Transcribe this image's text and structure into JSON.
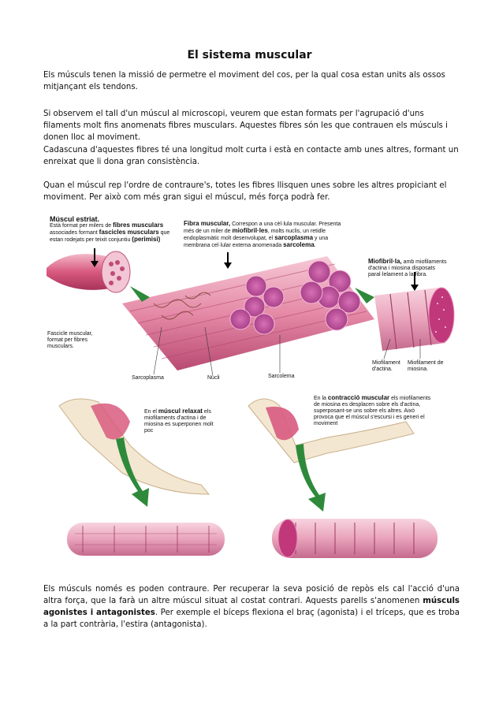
{
  "title": "El sistema muscular",
  "paragraphs": [
    "Els músculs tenen la missió de permetre el moviment del cos, per la qual cosa estan units als ossos mitjançant els tendons.",
    "Si observem el tall d'un múscul al microscopi, veurem que estan formats per l'agrupació d'uns filaments molt fins anomenats fibres musculars. Aquestes fibres són les que contrauen els músculs i donen lloc al moviment.",
    "Cadascuna d'aquestes fibres té una longitud molt curta i està en contacte amb unes altres, formant un enreixat que li dona gran consistència.",
    "Quan el múscul rep l'ordre de contraure's, totes les fibres llisquen unes sobre les altres propiciant el moviment. Per això com més gran sigui el múscul, més força podrà fer."
  ],
  "final_paragraph": {
    "part1": "Els músculs només es poden contraure. Per recuperar la seva posició de repòs els cal l'acció d'una altra força, que la farà un altre múscul situat al costat contrari. Aquests parells s'anomenen ",
    "bold": "músculs agonistes i antagonistes",
    "part2": ". Per exemple el bíceps flexiona el braç (agonista) i el tríceps, que es troba a la part contrària, l'estira (antagonista)."
  },
  "figure": {
    "muscle_title": "Múscul estriat.",
    "muscle_desc_1": "Està format per milers de ",
    "muscle_desc_b1": "fibres musculars",
    "muscle_desc_2": " associades formant ",
    "muscle_desc_b2": "fascicles musculars",
    "muscle_desc_3": " que estan rodejats per teixit conjuntiu ",
    "muscle_desc_b3": "(perimisi)",
    "fiber_title": "Fibra muscular,",
    "fiber_desc_1": " Correspon a una cèl·lula muscular. Presenta més de un miler de ",
    "fiber_desc_b1": "miofibril·les",
    "fiber_desc_2": ", molts nuclis, un retidle endoplasmàtic molt desenvolupat, el ",
    "fiber_desc_b2": "sarcoplasma",
    "fiber_desc_3": " y una membrana cel·lular externa anomenada ",
    "fiber_desc_b3": "sarcolema",
    "fiber_desc_4": ".",
    "myo_title": "Miofibril·la,",
    "myo_desc": " amb miofilaments d'actina i miosina disposats paral·lelament a la fibra.",
    "fascicle": "Fascicle muscular, format per fibres musculars.",
    "sarcoplasma": "Sarcoplasma",
    "nuclei": "Nucli",
    "sarcolema": "Sarcolema",
    "actin": "Miofilament d'actina.",
    "myosin": "Miofilament de miosina.",
    "relaxed_1": "En el ",
    "relaxed_b": "múscul relaxat",
    "relaxed_2": " els miofilaments d'actina i de miosina es superponen molt poc",
    "contract_1": "En la ",
    "contract_b": "contracció muscular",
    "contract_2": " els miofilaments de miosina es desplacen sobre els d'actina, superposant-se uns sobre els altres. Això provoca que el múscul s'escursi i es generi el moviment"
  },
  "colors": {
    "muscle": "#d85a7f",
    "fiber": "#e79ab3",
    "arrow": "#2e8a3a",
    "bone": "#e9dcc4"
  }
}
